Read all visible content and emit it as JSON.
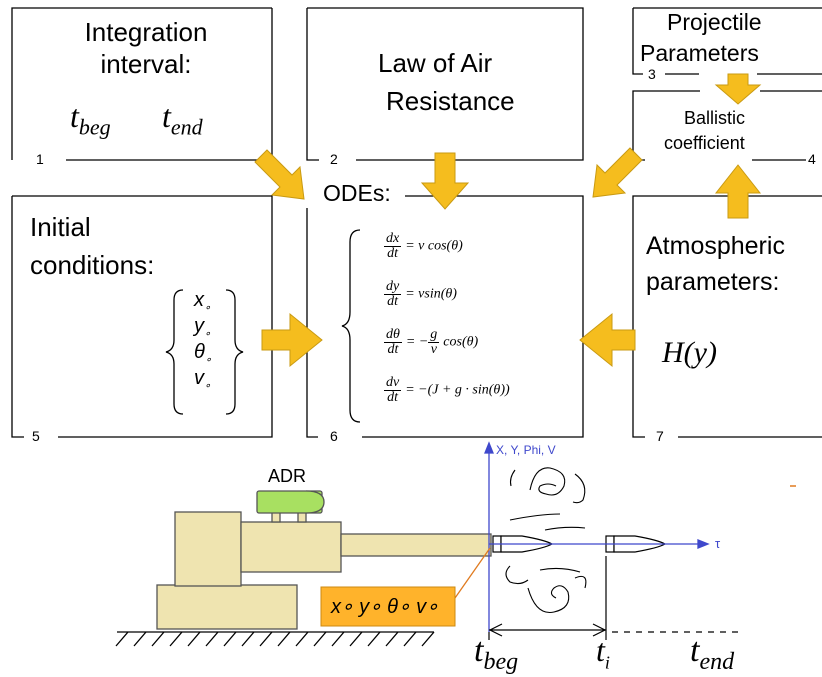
{
  "blocks": {
    "b1": {
      "title": "Integration interval:",
      "t_beg": "t",
      "t_beg_sub": "beg",
      "t_end": "t",
      "t_end_sub": "end",
      "num": "1"
    },
    "b2": {
      "title_line1": "Law of Air",
      "title_line2": "Resistance",
      "num": "2"
    },
    "b3": {
      "title_line1": "Projectile",
      "title_line2": "Parameters",
      "num": "3"
    },
    "b4": {
      "title_line1": "Ballistic",
      "title_line2": "coefficient",
      "num": "4"
    },
    "b5": {
      "title_line1": "Initial",
      "title_line2": "conditions:",
      "v1": "x",
      "v2": "y",
      "v3": "θ",
      "v4": "v",
      "num": "5"
    },
    "b6": {
      "label": "ODEs:",
      "num": "6"
    },
    "b7": {
      "title_line1": "Atmospheric",
      "title_line2": "parameters:",
      "func": "H(y)",
      "num": "7"
    }
  },
  "odes": [
    {
      "num": "dx",
      "den": "dt",
      "rhs": "= v cos(θ)"
    },
    {
      "num": "dy",
      "den": "dt",
      "rhs": "= vsin(θ)"
    },
    {
      "num": "dθ",
      "den": "dt",
      "rhs_pre": "= −",
      "rhs_fnum": "g",
      "rhs_fden": "v",
      "rhs_post": "cos(θ)"
    },
    {
      "num": "dv",
      "den": "dt",
      "rhs": "= −(J + g · sin(θ))"
    }
  ],
  "scene": {
    "adr_label": "ADR",
    "axis_y_label": "X, Y, Phi, V",
    "axis_x_label": "τ",
    "initial_box": "x∘ y∘ θ∘ v∘",
    "t_beg": "t",
    "t_beg_sub": "beg",
    "t_i": "t",
    "t_i_sub": "i",
    "t_end": "t",
    "t_end_sub": "end"
  },
  "colors": {
    "arrow": "#f5bd1e",
    "cannon": "#efe4b0",
    "adr": "#a8e061",
    "axis": "#3f48cc",
    "init_box": "#ffb32b",
    "leader": "#e07b20"
  }
}
